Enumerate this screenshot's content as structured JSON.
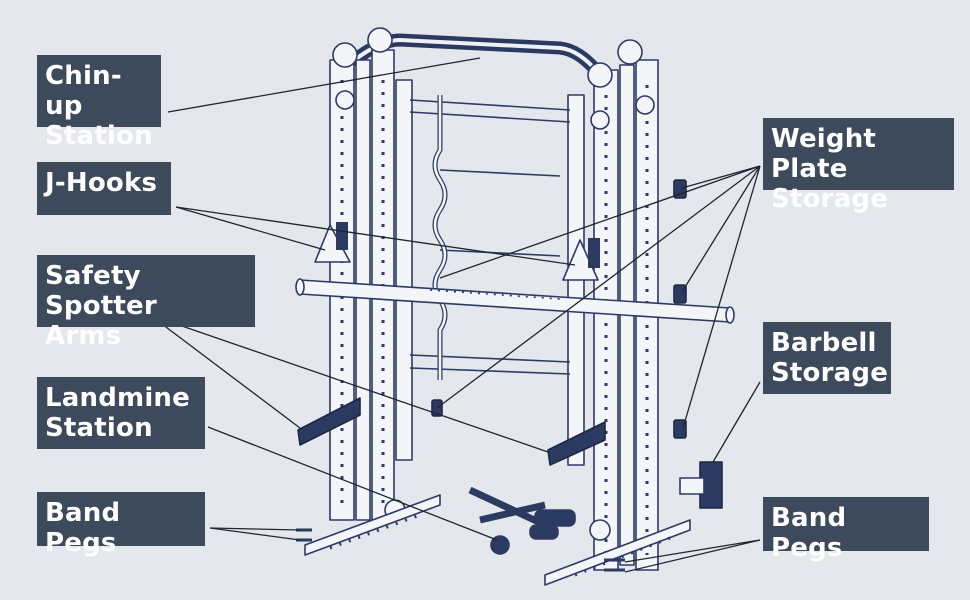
{
  "labels": {
    "chin_up": "Chin-up\nStation",
    "j_hooks": "J-Hooks",
    "safety_spotter": "Safety Spotter\nArms",
    "landmine": "Landmine\nStation",
    "band_pegs_left": "Band Pegs",
    "weight_plate": "Weight Plate\nStorage",
    "barbell_storage": "Barbell\nStorage",
    "band_pegs_right": "Band Pegs"
  },
  "colors": {
    "background": "#e4e7ec",
    "label_bg": "#3d4a5c",
    "label_text": "#ffffff",
    "frame_stroke": "#2e3a66",
    "frame_fill": "#f3f5f8",
    "accent_dark": "#2b3a60",
    "leader_line": "#1f2533"
  }
}
